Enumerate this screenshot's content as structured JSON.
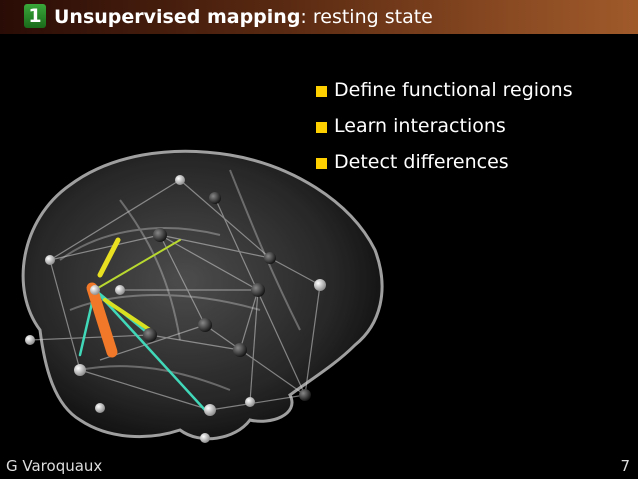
{
  "header": {
    "number": "1",
    "title_bold": "Unsupervised mapping",
    "title_rest": ": resting state"
  },
  "bullets": [
    "Define functional regions",
    "Learn interactions",
    "Detect differences"
  ],
  "footer": {
    "author": "G Varoquaux",
    "page": "7"
  }
}
